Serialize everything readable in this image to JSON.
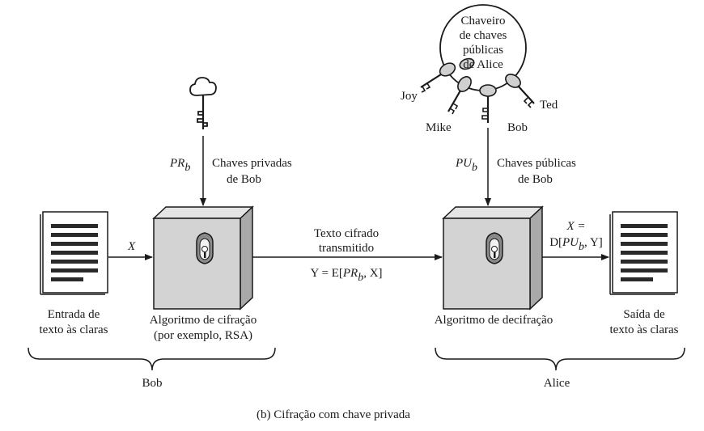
{
  "diagram": {
    "private_key_label": "PR",
    "private_key_sub": "b",
    "private_keys_line1": "Chaves privadas",
    "private_keys_line2": "de Bob",
    "public_key_label": "PU",
    "public_key_sub": "b",
    "public_keys_line1": "Chaves públicas",
    "public_keys_line2": "de Bob",
    "keyring_line1": "Chaveiro",
    "keyring_line2": "de chaves",
    "keyring_line3": "públicas",
    "keyring_line4": "de Alice",
    "key_joy": "Joy",
    "key_mike": "Mike",
    "key_bob": "Bob",
    "key_ted": "Ted",
    "input_x": "X",
    "transmitted_line1": "Texto cifrado",
    "transmitted_line2": "transmitido",
    "ciphertext_formula": {
      "prefix": "Y = E[",
      "key": "PR",
      "sub": "b",
      "suffix": ", X]"
    },
    "output_x": "X =",
    "decrypt_formula": {
      "prefix": "D[",
      "key": "PU",
      "sub": "b",
      "suffix": ", Y]"
    },
    "plaintext_input_line1": "Entrada de",
    "plaintext_input_line2": "texto às claras",
    "encryption_alg_line1": "Algoritmo de cifração",
    "encryption_alg_line2": "(por exemplo, RSA)",
    "decryption_alg": "Algoritmo de decifração",
    "plaintext_output_line1": "Saída de",
    "plaintext_output_line2": "texto às claras",
    "group_bob": "Bob",
    "group_alice": "Alice",
    "caption": "(b) Cifração com chave privada"
  }
}
